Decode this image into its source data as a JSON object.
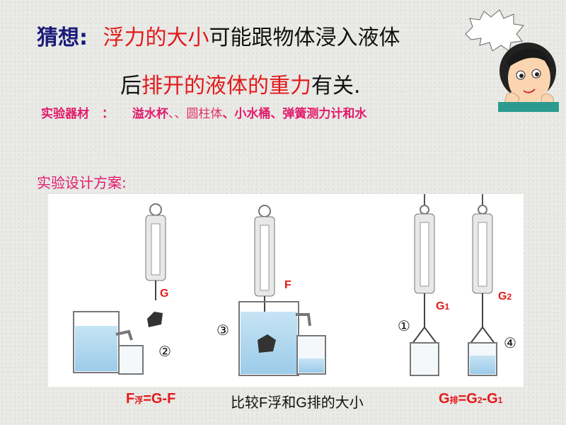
{
  "title": {
    "line1_prefix": "猜想:",
    "line1_red": "浮力的大小",
    "line1_black": "可能跟物体浸入液体",
    "line2_black_1": "后",
    "line2_red": "排开的液体的重力",
    "line2_black_2": "有关."
  },
  "materials": {
    "label": "实验器材",
    "colon": "：",
    "item_1": "溢水杯",
    "sep_1": "、、",
    "item_2": "圆柱体",
    "sep_2": "、",
    "item_3": "小水桶、弹簧测力计和水"
  },
  "plan_label": "实验设计方案:",
  "figure": {
    "label_g": "G",
    "label_f": "F",
    "label_g1": "G",
    "label_g1_sub": "1",
    "label_g2": "G",
    "label_g2_sub": "2",
    "step_1": "①",
    "step_2": "②",
    "step_3": "③",
    "step_4": "④"
  },
  "formulas": {
    "f_float_main": "F",
    "f_float_sub": "浮",
    "f_float_rest": "=G-F",
    "compare": "比较F浮和G排的大小",
    "g_disp_main": "G",
    "g_disp_sub": "排",
    "g_disp_mid": "=G",
    "g_disp_sub2": "2",
    "g_disp_mid2": "-G",
    "g_disp_sub3": "1"
  },
  "colors": {
    "title_blue": "#1a1a7a",
    "highlight_red": "#e21a1a",
    "materials_pink": "#e21a6a",
    "water_blue": "#a8d4ee"
  }
}
